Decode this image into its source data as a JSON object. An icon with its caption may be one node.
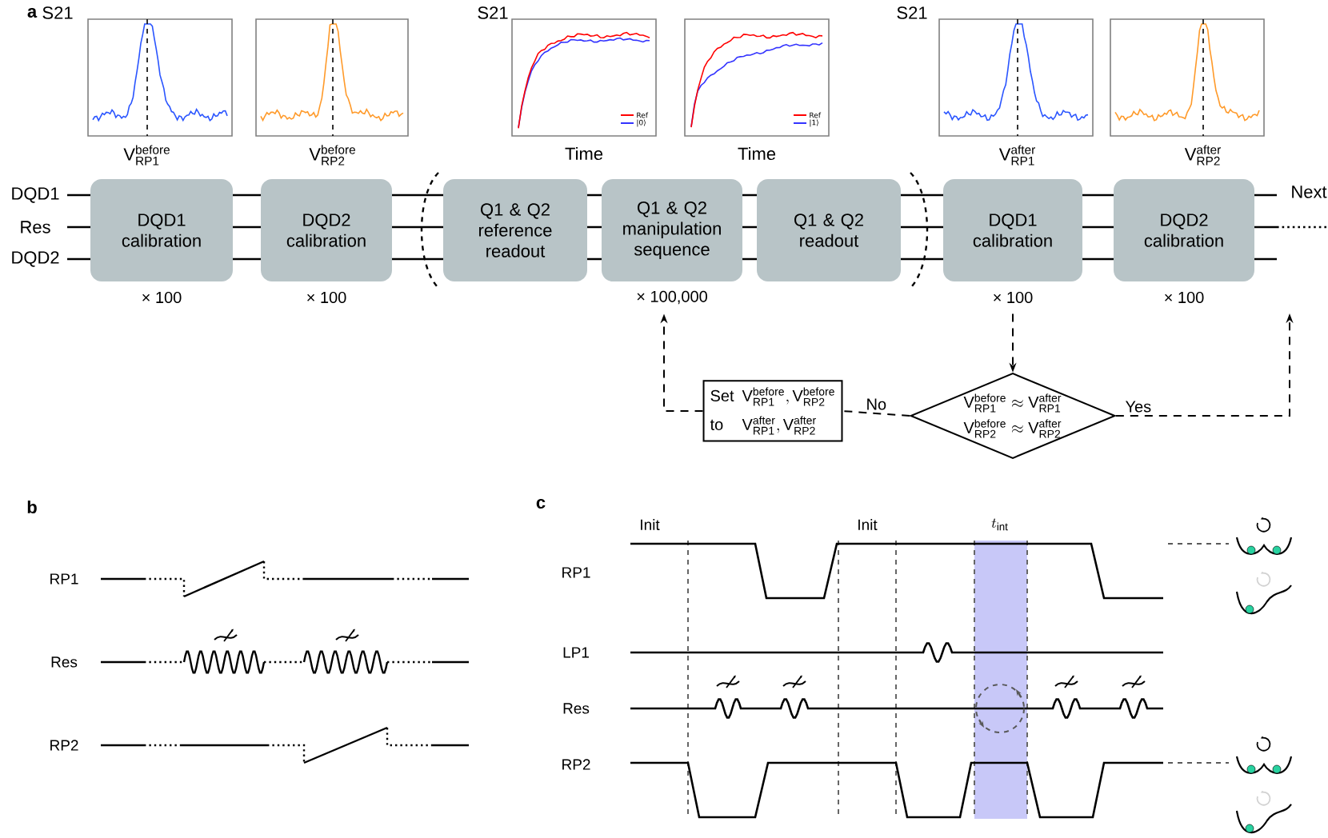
{
  "diagram": {
    "nodes": [
      {
        "text": [
          "DQD1 calibration"
        ],
        "beside": [
          "× 100"
        ]
      },
      {
        "text": [
          "DQD2 calibration"
        ],
        "beside": [
          "× 100"
        ]
      },
      {
        "text": [
          "Q1 & Q2 reference readout"
        ]
      },
      {
        "text": [
          "Q1 & Q2 manipulation sequence"
        ],
        "beside": [
          "× 100,000"
        ]
      },
      {
        "text": [
          "Q1 & Q2 readout"
        ]
      },
      {
        "text": [
          "DQD1 calibration"
        ],
        "beside": [
          "× 100"
        ]
      },
      {
        "text": [
          "DQD2 calibration"
        ],
        "beside": [
          "× 100"
        ]
      },
      {
        "text": [
          "\\mathrm{V}^{\\mathrm{before}}_{\\mathrm{RP1}} \\approx \\mathrm{V}^{\\mathrm{after}}_{\\mathrm{RP1}}",
          "\\mathrm{V}^{\\mathrm{before}}_{\\mathrm{RP2}} \\approx \\mathrm{V}^{\\mathrm{after}}_{\\mathrm{RP2}}"
        ]
      },
      {
        "text": [
          "Set",
          "\\mathrm{V}^{\\mathrm{before}}_{\\mathrm{RP1}}, \\mathrm{V}^{\\mathrm{before}}_{\\mathrm{RP2}}",
          "to",
          "\\mathrm{V}^{\\mathrm{after}}_{\\mathrm{RP1}}, \\mathrm{V}^{\\mathrm{after}}_{\\mathrm{RP2}}"
        ]
      }
    ],
    "edges": [
      {
        "from": 5,
        "to": 7,
        "arrow": "to",
        "style": "dashed"
      },
      {
        "from": 7,
        "to": 8,
        "arrow": "none",
        "style": "dashed",
        "label": "No"
      },
      {
        "from": 8,
        "to": 3,
        "arrow": "to",
        "style": "dashed"
      },
      {
        "from": 7,
        "to": null,
        "arrow": "to",
        "style": "dashed",
        "label": "Yes"
      }
    ],
    "labels": [
      "a",
      "S21",
      "S21",
      "S21",
      "\\mathrm{V}^{\\mathrm{before}}_{\\mathrm{RP1}}",
      "\\mathrm{V}^{\\mathrm{before}}_{\\mathrm{RP2}}",
      "Time",
      "Time",
      "\\mathrm{V}^{\\mathrm{after}}_{\\mathrm{RP1}}",
      "\\mathrm{V}^{\\mathrm{after}}_{\\mathrm{RP2}}",
      "DQD1",
      "Res",
      "DQD2",
      "Next",
      "b",
      "c",
      "Init",
      "Init",
      "t_{\\mathrm{int}}",
      "RP1",
      "RP1",
      "LP1",
      "Res",
      "Res",
      "RP2",
      "RP2"
    ],
    "legend": [
      {
        "text": "Ref"
      },
      {
        "text": "|0⟩"
      },
      {
        "text": "Ref"
      },
      {
        "text": "|1⟩"
      }
    ]
  }
}
